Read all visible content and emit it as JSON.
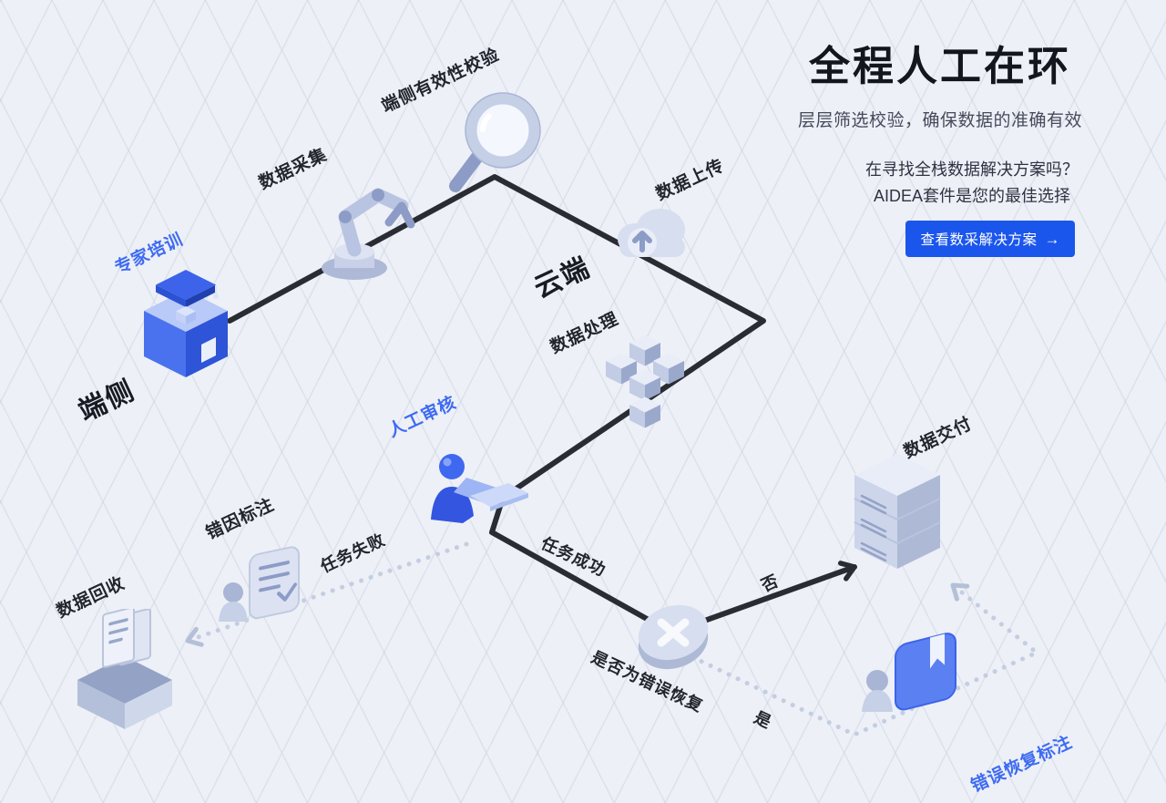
{
  "page": {
    "title": "全程人工在环",
    "subtitle": "层层筛选校验，确保数据的准确有效",
    "promo_line1": "在寻找全栈数据解决方案吗？",
    "promo_line2": "AIDEA套件是您的最佳选择",
    "cta_label": "查看数采解决方案",
    "cta_arrow": "→"
  },
  "diagram": {
    "zones": [
      {
        "id": "edge-side",
        "label": "端侧"
      },
      {
        "id": "cloud-side",
        "label": "云端"
      }
    ],
    "nodes": [
      {
        "id": "expert-training",
        "label": "专家培训",
        "icon": "podium-graduation-icon",
        "accent": true
      },
      {
        "id": "data-collection",
        "label": "数据采集",
        "icon": "robot-arm-icon",
        "accent": false
      },
      {
        "id": "edge-validation",
        "label": "端侧有效性校验",
        "icon": "magnifier-icon",
        "accent": false
      },
      {
        "id": "data-upload",
        "label": "数据上传",
        "icon": "cloud-upload-icon",
        "accent": false
      },
      {
        "id": "data-processing",
        "label": "数据处理",
        "icon": "data-cubes-icon",
        "accent": false
      },
      {
        "id": "human-review",
        "label": "人工审核",
        "icon": "reviewer-person-icon",
        "accent": true
      },
      {
        "id": "error-cause-annotation",
        "label": "错因标注",
        "icon": "error-annotator-icon",
        "accent": false
      },
      {
        "id": "data-recycle",
        "label": "数据回收",
        "icon": "recycle-box-icon",
        "accent": false
      },
      {
        "id": "error-recovery-decision",
        "label": "是否为错误恢复",
        "icon": "decision-x-icon",
        "accent": false
      },
      {
        "id": "data-delivery",
        "label": "数据交付",
        "icon": "server-icon",
        "accent": false
      },
      {
        "id": "error-recovery-annotation",
        "label": "错误恢复标注",
        "icon": "recovery-annotator-icon",
        "accent": true
      }
    ],
    "edges": [
      {
        "id": "task-failed",
        "label": "任务失败",
        "style": "dotted"
      },
      {
        "id": "task-succeeded",
        "label": "任务成功",
        "style": "solid"
      },
      {
        "id": "decision-no",
        "label": "否",
        "style": "solid"
      },
      {
        "id": "decision-yes",
        "label": "是",
        "style": "dotted"
      }
    ],
    "colors": {
      "accent_blue": "#3e6bf2",
      "cta_blue": "#1b56ec",
      "line_dark": "#2a2c33",
      "line_dotted": "#c4cee2",
      "background": "#edf0f6"
    }
  }
}
